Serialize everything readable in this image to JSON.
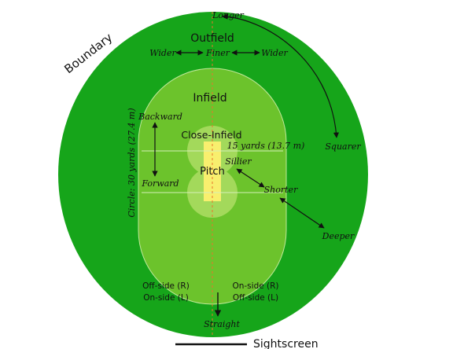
{
  "labels": {
    "boundary": "Boundary",
    "outfield": "Outfield",
    "infield": "Infield",
    "close_infield": "Close-Infield",
    "pitch": "Pitch",
    "sightscreen": "Sightscreen",
    "longer": "Longer",
    "wider_left": "Wider",
    "finer": "Finer",
    "wider_right": "Wider",
    "squarer": "Squarer",
    "backward": "Backward",
    "forward": "Forward",
    "circle": "Circle: 30 yards (27.4 m)",
    "fifteen_yards": "15 yards (13.7 m)",
    "sillier": "Sillier",
    "shorter": "Shorter",
    "deeper": "Deeper",
    "off_side_r": "Off-side (R)",
    "on_side_l": "On-side (L)",
    "on_side_r": "On-side (R)",
    "off_side_l": "Off-side (L)",
    "straight": "Straight"
  },
  "colors": {
    "outfield": "#16a51a",
    "infield": "#6cc32c",
    "close_infield": "#a3d95b",
    "pitch": "#f8ef6e",
    "guide_lines": "#d4efb8",
    "center_line": "#e8752a",
    "text": "#111111"
  }
}
